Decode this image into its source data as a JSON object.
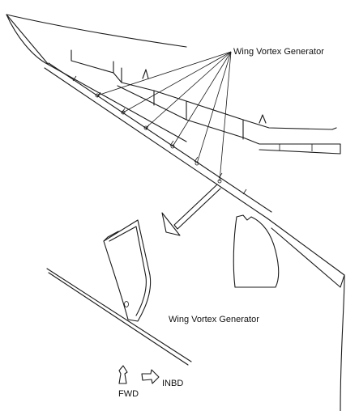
{
  "labels": {
    "callout_top": "Wing Vortex Generator",
    "callout_detail": "Wing Vortex Generator",
    "fwd": "FWD",
    "inbd": "INBD"
  },
  "vortex_generator_count": 6,
  "colors": {
    "line": "#1a1a1a",
    "background": "#ffffff"
  },
  "icons": {
    "fwd_arrow": "fwd-arrow-icon",
    "inbd_arrow": "inbd-arrow-icon",
    "detail_arrow": "detail-arrow-icon"
  }
}
